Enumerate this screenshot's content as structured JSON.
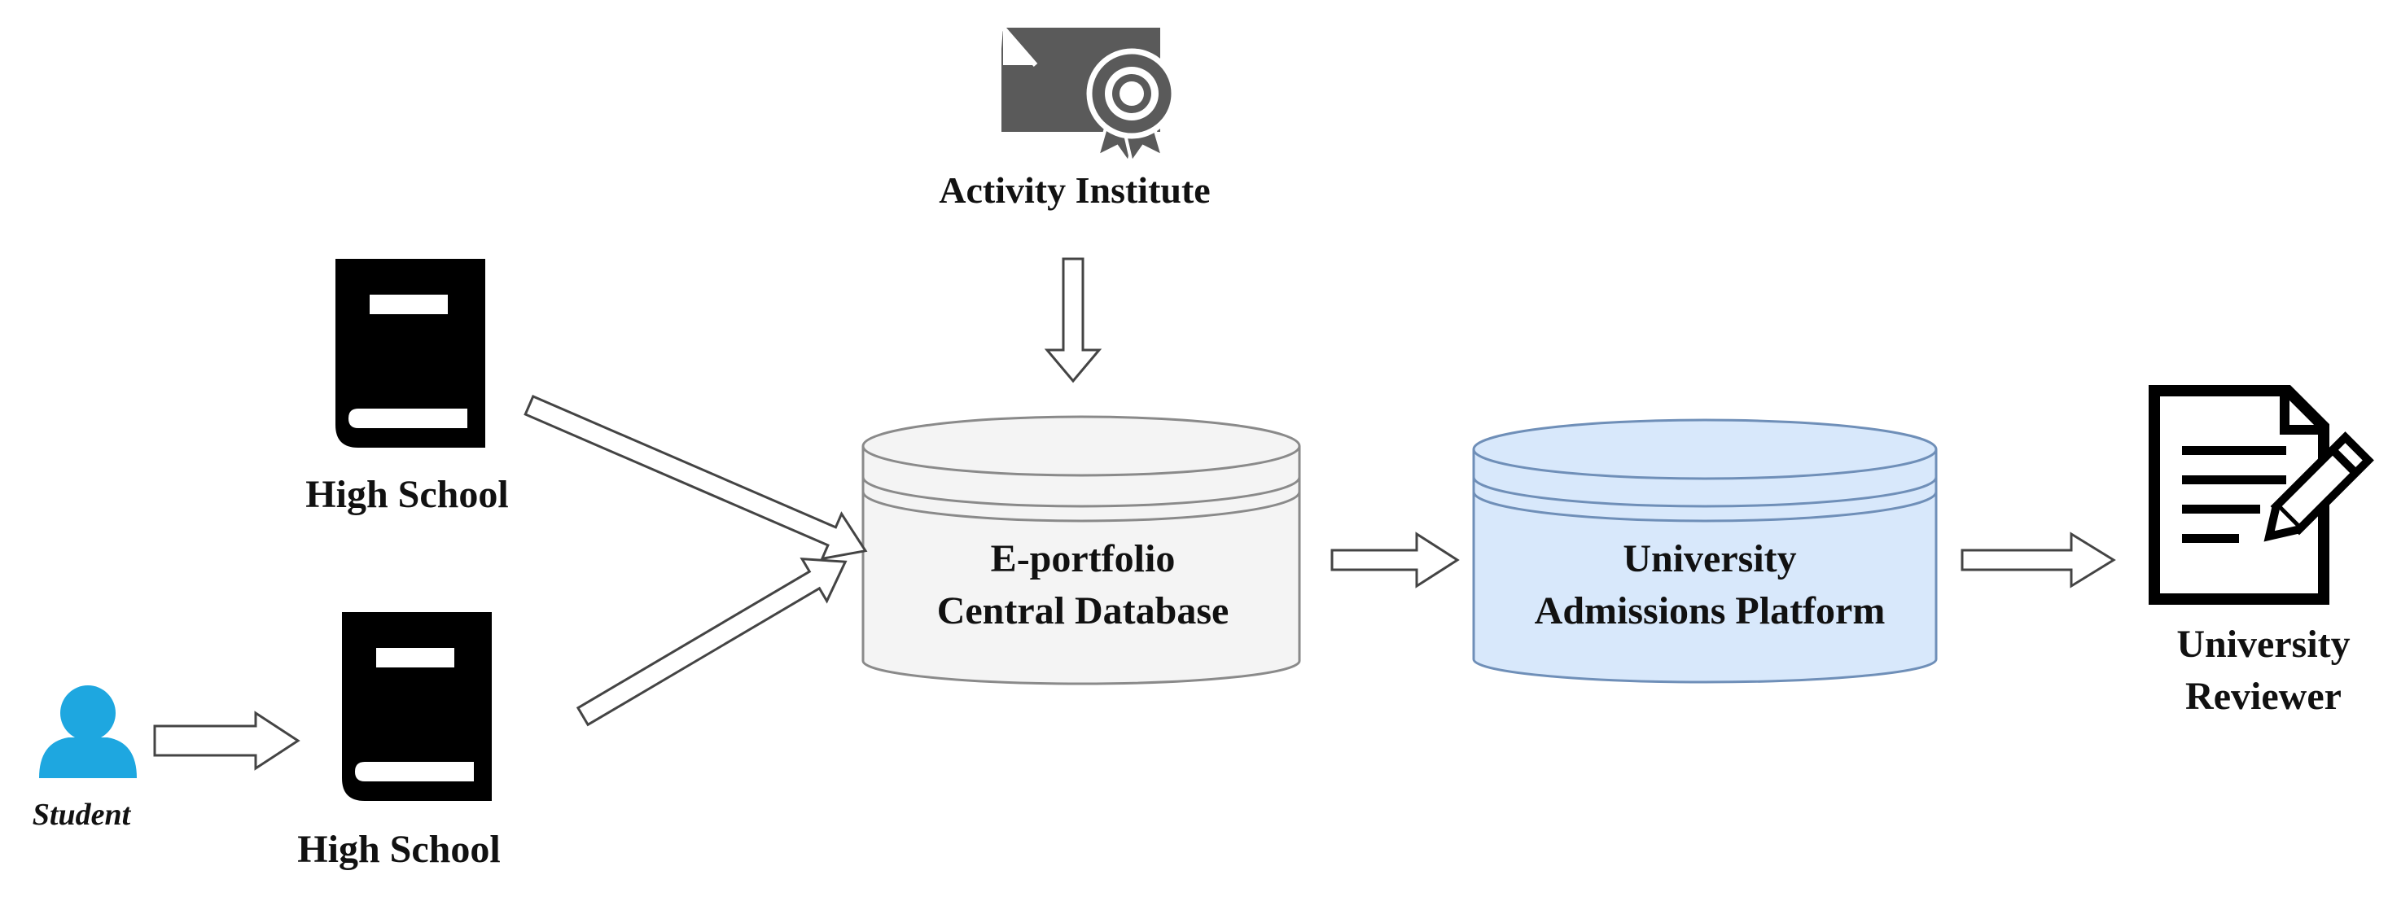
{
  "diagram": {
    "nodes": {
      "activity_institute": {
        "label": "Activity Institute",
        "icon": "certificate-icon"
      },
      "high_school_top": {
        "label": "High School",
        "icon": "book-icon"
      },
      "high_school_bottom": {
        "label": "High School",
        "icon": "book-icon"
      },
      "student": {
        "label": "Student",
        "icon": "user-icon",
        "color": "#1ea7e0"
      },
      "central_db": {
        "line1": "E-portfolio",
        "line2": "Central Database",
        "fill": "#f4f4f4"
      },
      "admissions_platform": {
        "line1": "University",
        "line2": "Admissions Platform",
        "fill": "#d8e8fb"
      },
      "reviewer": {
        "line1": "University",
        "line2": "Reviewer",
        "icon": "document-edit-icon"
      }
    },
    "edges": [
      {
        "from": "student",
        "to": "high_school_bottom"
      },
      {
        "from": "high_school_top",
        "to": "central_db"
      },
      {
        "from": "high_school_bottom",
        "to": "central_db"
      },
      {
        "from": "activity_institute",
        "to": "central_db"
      },
      {
        "from": "central_db",
        "to": "admissions_platform"
      },
      {
        "from": "admissions_platform",
        "to": "reviewer"
      }
    ]
  }
}
